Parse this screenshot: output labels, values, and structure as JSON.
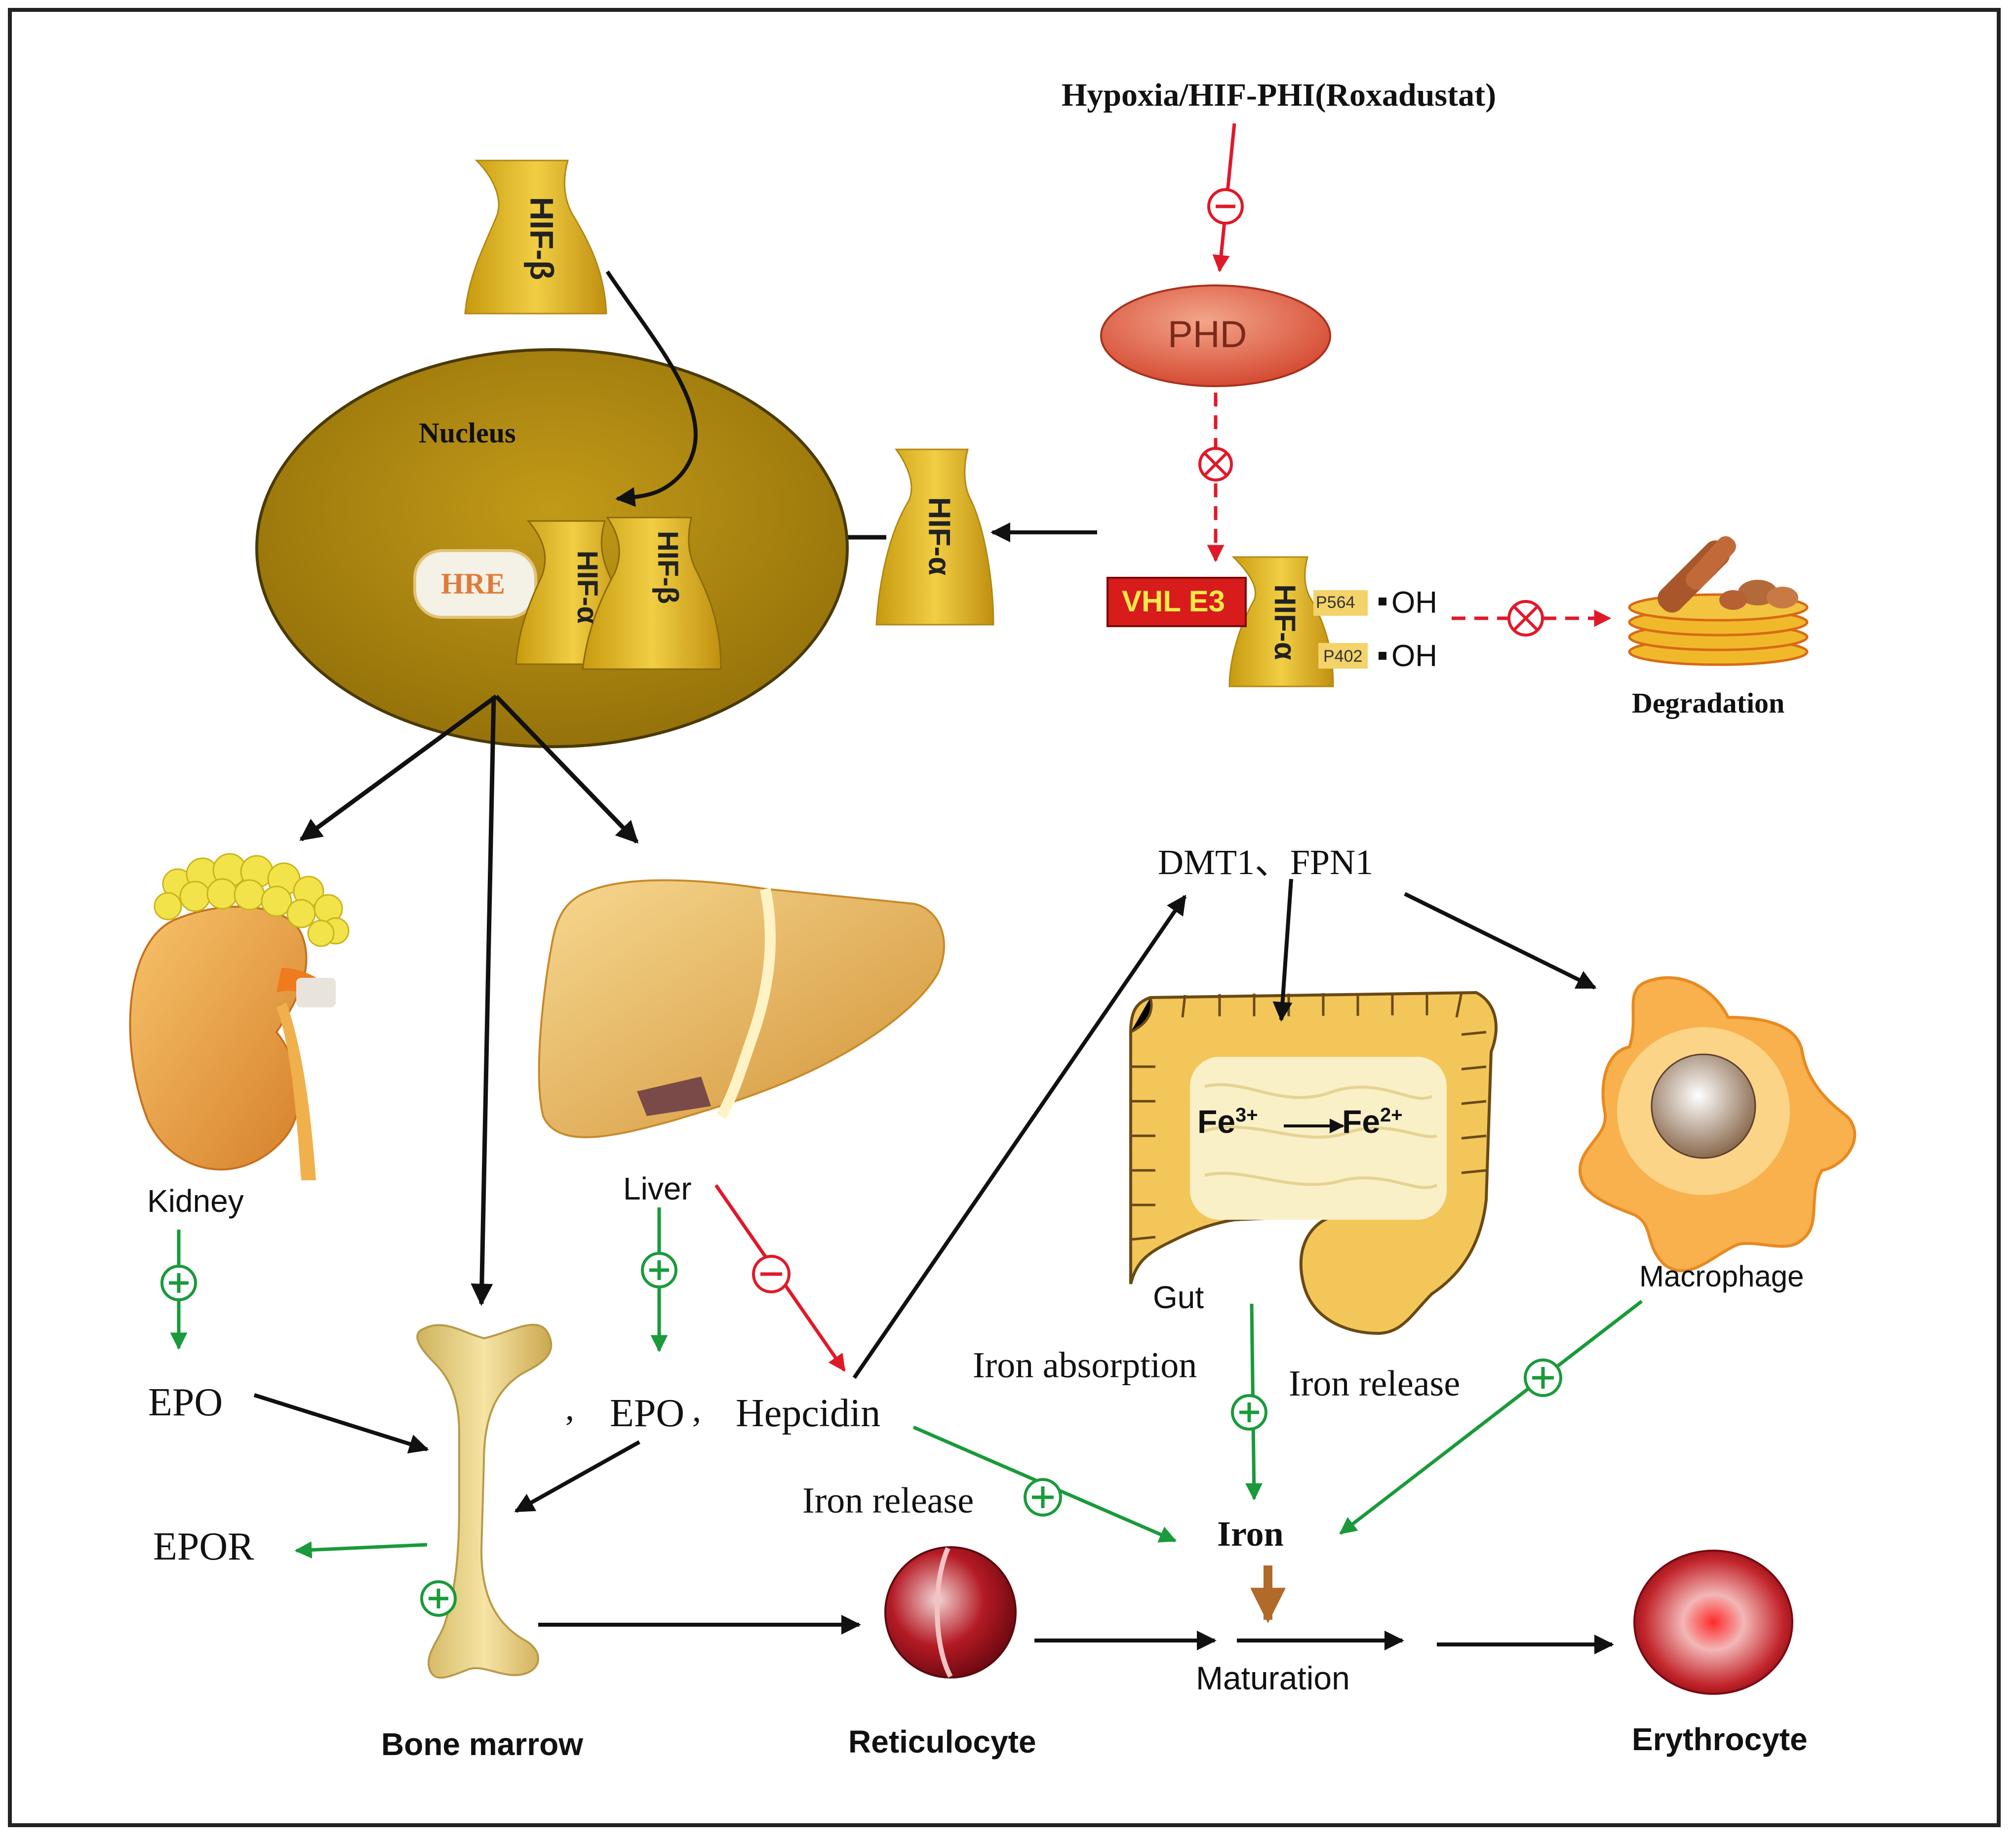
{
  "top_input": "Hypoxia/HIF-PHI(Roxadustat)",
  "proteins": {
    "phd": "PHD",
    "vhl": "VHL E3",
    "hif_alpha": "HIF-α",
    "hif_beta": "HIF-β",
    "p564": "P564",
    "p402": "P402",
    "oh": "OH"
  },
  "labels": {
    "nucleus": "Nucleus",
    "hre": "HRE",
    "degradation": "Degradation",
    "dmt": "DMT1、FPN1",
    "kidney": "Kidney",
    "liver": "Liver",
    "gut": "Gut",
    "macrophage": "Macrophage",
    "epo_kidney": "EPO",
    "epo_liver": "EPO",
    "liver_sep1": ",",
    "liver_sep2": ",",
    "hepcidin": "Hepcidin",
    "epor": "EPOR",
    "iron_absorption": "Iron absorption",
    "iron_release_gut": "Iron release",
    "iron_release_liver": "Iron release",
    "iron": "Iron",
    "fe3": "Fe",
    "fe3_sup": "3+",
    "fe2": "Fe",
    "fe2_sup": "2+",
    "maturation": "Maturation",
    "bone_marrow": "Bone marrow",
    "reticulocyte": "Reticulocyte",
    "erythrocyte": "Erythrocyte"
  },
  "colors": {
    "activate": "#1a9a3a",
    "inhibit": "#e0192a",
    "arrow": "#111111",
    "nucleus": "#b08a10",
    "protein": "#e2b41c",
    "phd": "#e8684a",
    "vhl": "#d81b1b",
    "rbc": "#b3111b",
    "brown_arrow": "#b06a2a"
  }
}
